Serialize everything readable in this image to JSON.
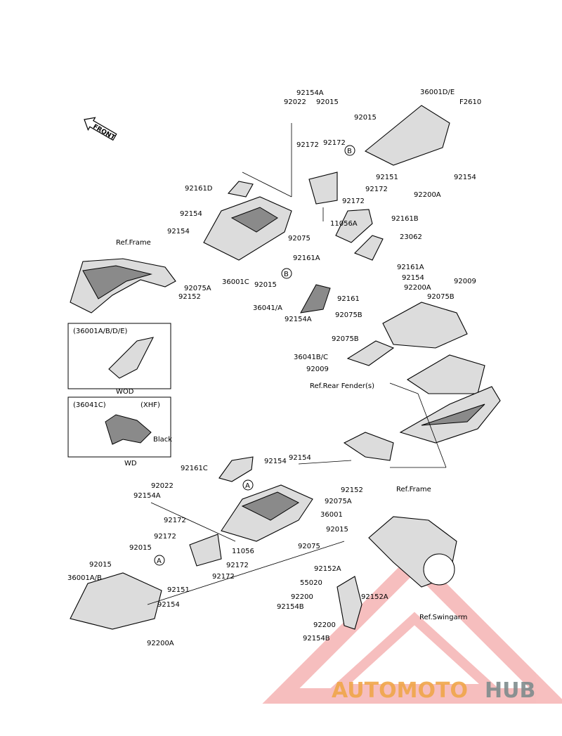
{
  "diagram": {
    "code": "F2610",
    "front_label": "FRONT",
    "circle_refs": [
      "A",
      "B"
    ],
    "ref_labels": {
      "frame_top": "Ref.Frame",
      "rear_fender": "Ref.Rear Fender(s)",
      "frame_bottom": "Ref.Frame",
      "swingarm": "Ref.Swingarm"
    },
    "inset_1": {
      "title": "(36001A/B/D/E)",
      "note": "WOD"
    },
    "inset_2": {
      "title": "(36041C)",
      "variant": "(XHF)",
      "callout": "Black",
      "note": "WD"
    },
    "part_numbers": [
      "92154A",
      "92022",
      "92015",
      "36001D/E",
      "92015",
      "92172",
      "92172",
      "92151",
      "92154",
      "92200A",
      "92172",
      "92161D",
      "92172",
      "92154",
      "11056A",
      "92154",
      "92075",
      "92161B",
      "23062",
      "92161A",
      "92161A",
      "92075A",
      "36001C",
      "92015",
      "92152",
      "92154",
      "92200A",
      "92009",
      "36041/A",
      "92075B",
      "92075B",
      "92154A",
      "92075B",
      "36041B/C",
      "92009",
      "92161C",
      "92154",
      "92154",
      "92022",
      "92154A",
      "92152",
      "92075A",
      "92172",
      "36001",
      "92172",
      "92015",
      "11056",
      "92075",
      "92015",
      "92015",
      "92172",
      "92172",
      "36001A/B",
      "92151",
      "92154",
      "92200A",
      "92152A",
      "55020",
      "92152A",
      "92200",
      "92154B",
      "92200",
      "92154B",
      "92161"
    ]
  },
  "watermark": {
    "text_left": "AUTOMOTO",
    "text_right": "HUB",
    "color_left": "#f0a64a",
    "color_right": "#7f8c8d",
    "triangle_color": "#f08a8a"
  }
}
